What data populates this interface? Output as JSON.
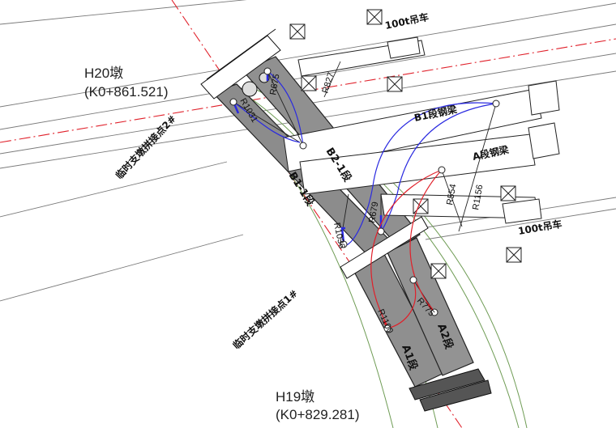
{
  "piers": {
    "h20_name": "H20墩",
    "h20_station": "(K0+861.521)",
    "h19_name": "H19墩",
    "h19_station": "(K0+829.281)"
  },
  "temp_supports": {
    "point2": "临时支墩拼接点2#",
    "point1": "临时支墩拼接点1#"
  },
  "segments": {
    "b2_1": "B2-1段",
    "b1_1": "B1-1段",
    "a2": "A2段",
    "a1": "A1段",
    "b1_girder": "B1段钢梁",
    "a_girder": "A段钢梁"
  },
  "cranes": {
    "top": "100t吊车",
    "bottom": "100t吊车"
  },
  "radii": {
    "r675": "R675",
    "r1031": "R1031",
    "r827": "R827",
    "r679": "R679",
    "r1036": "R1036",
    "r554": "R554",
    "r1156": "R1156",
    "r775": "R775",
    "r1100": "R1100"
  },
  "colors": {
    "road_line": "#777777",
    "red_centerline": "#e0202a",
    "blue_path": "#2a2ae0",
    "green_edge": "#6f9c55",
    "girder_fill": "#8a8a8a",
    "girder_stroke": "#222222"
  }
}
